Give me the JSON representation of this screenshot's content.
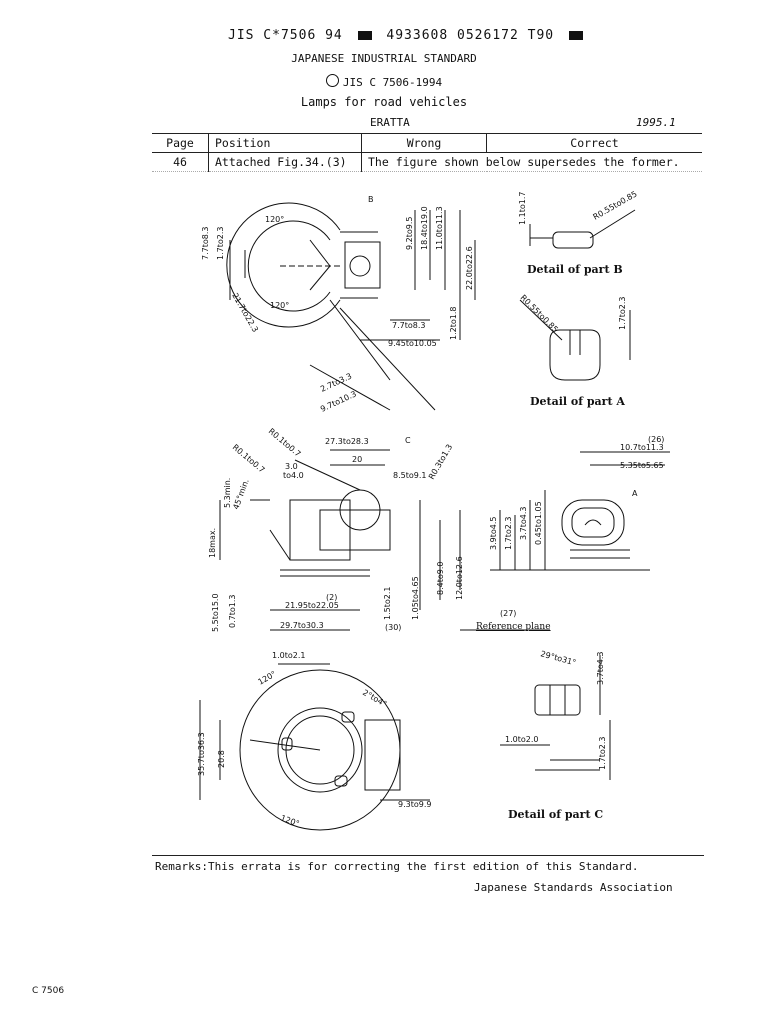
{
  "header": {
    "code_line_part1": "JIS C*7506 94",
    "code_line_part2": "4933608 0526172 T90",
    "standard_type": "JAPANESE INDUSTRIAL STANDARD",
    "standard_number": "JIS C 7506-1994",
    "title": "Lamps for road vehicles",
    "eratta_label": "ERATTA",
    "date": "1995.1"
  },
  "errata_table": {
    "headers": [
      "Page",
      "Position",
      "Wrong",
      "Correct"
    ],
    "rows": [
      {
        "page": "46",
        "position": "Attached Fig.34.(3)",
        "note": "The figure shown below supersedes the former."
      }
    ]
  },
  "figure": {
    "captions": {
      "part_b": "Detail of part B",
      "part_a": "Detail of part A",
      "part_c": "Detail of part C",
      "reference_plane": "Reference plane"
    },
    "labels": {
      "b": "B",
      "c": "C",
      "a": "A"
    },
    "dims_top": [
      "7.7to8.3",
      "1.7to2.3",
      "120°",
      "9.2to9.5",
      "18.4to19.0",
      "11.0to11.3",
      "22.0to22.6",
      "21.7to22.3",
      "120°",
      "7.7to8.3",
      "1.2to1.8",
      "9.45to10.05",
      "2.7to3.3",
      "9.7to10.3"
    ],
    "dims_detail_b": [
      "1.1to1.7",
      "R0.55to0.85"
    ],
    "dims_detail_a": [
      "R0.55to0.85",
      "1.7to2.3"
    ],
    "dims_mid": [
      "R0.1to0.7",
      "R0.1to0.7",
      "27.3to28.3",
      "3.0",
      "to4.0",
      "20",
      "8.5to9.1",
      "R0.3to1.3",
      "45°min.",
      "5.3min.",
      "18max.",
      "5.5to15.0",
      "0.7to1.3",
      "21.95to22.05",
      "29.7to30.3",
      "1.5to2.1",
      "1.05to4.65",
      "8.4to9.0",
      "12.0to12.6",
      "(2)",
      "(30)"
    ],
    "dims_right_mid": [
      "10.7to11.3",
      "5.35to5.65",
      "3.9to4.5",
      "1.7to2.3",
      "3.7to4.3",
      "0.45to1.05",
      "(26)",
      "(27)"
    ],
    "dims_bottom": [
      "1.0to2.1",
      "120°",
      "2°to4°",
      "35.7to36.3",
      "20.8",
      "9.3to9.9",
      "120°"
    ],
    "dims_detail_c": [
      "29°to31°",
      "3.7to4.3",
      "1.0to2.0",
      "1.7to2.3"
    ]
  },
  "remarks": {
    "text": "Remarks:This errata is for correcting the first edition of this Standard.",
    "issuer": "Japanese Standards Association"
  },
  "footer": {
    "page_code": "C 7506"
  }
}
